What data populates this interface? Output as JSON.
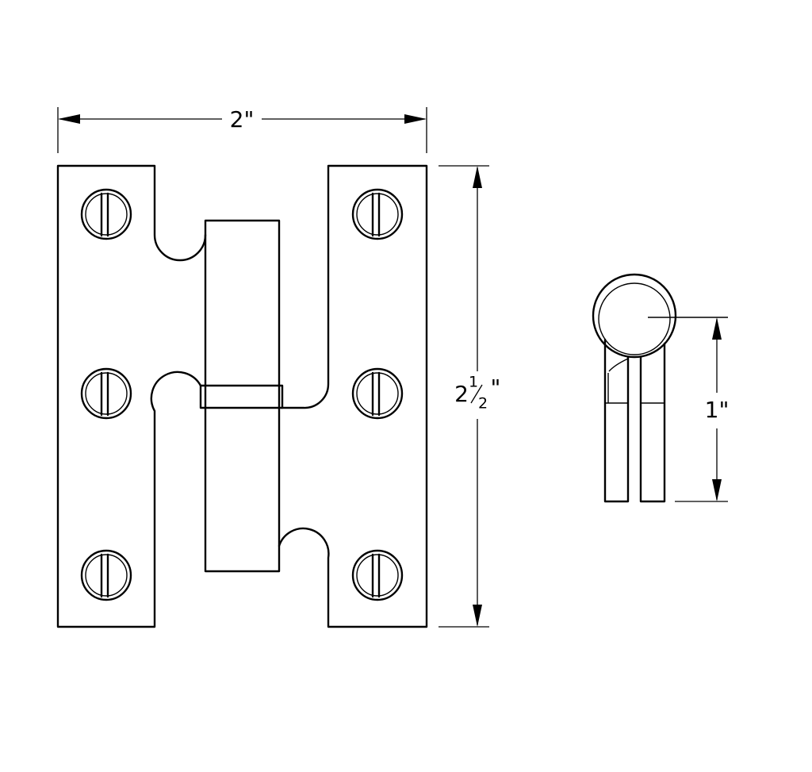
{
  "dimensions": {
    "width": "2\"",
    "height_whole": "2",
    "height_num": "1",
    "height_den": "2",
    "height_suffix": "\"",
    "pin_offset": "1\""
  }
}
